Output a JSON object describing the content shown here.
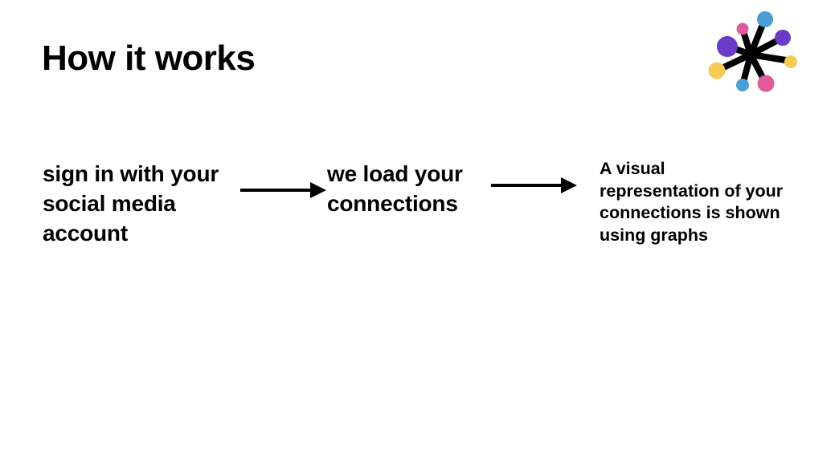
{
  "slide": {
    "title": "How it works"
  },
  "logo": {
    "icon": "connections-starburst-icon",
    "colors": {
      "hub": "#000000",
      "blue": "#4a9fd5",
      "purple": "#6a3bc6",
      "pink": "#df5b9a",
      "yellow": "#f5cc58"
    }
  },
  "flow": {
    "steps": [
      {
        "lines": [
          "sign in with your",
          "social media",
          "account"
        ]
      },
      {
        "lines": [
          "we load your",
          "connections"
        ]
      },
      {
        "lines": [
          "A visual",
          "representation of your",
          "connections is shown",
          "using graphs"
        ]
      }
    ],
    "arrows": [
      "right-arrow-icon",
      "right-arrow-icon"
    ]
  }
}
